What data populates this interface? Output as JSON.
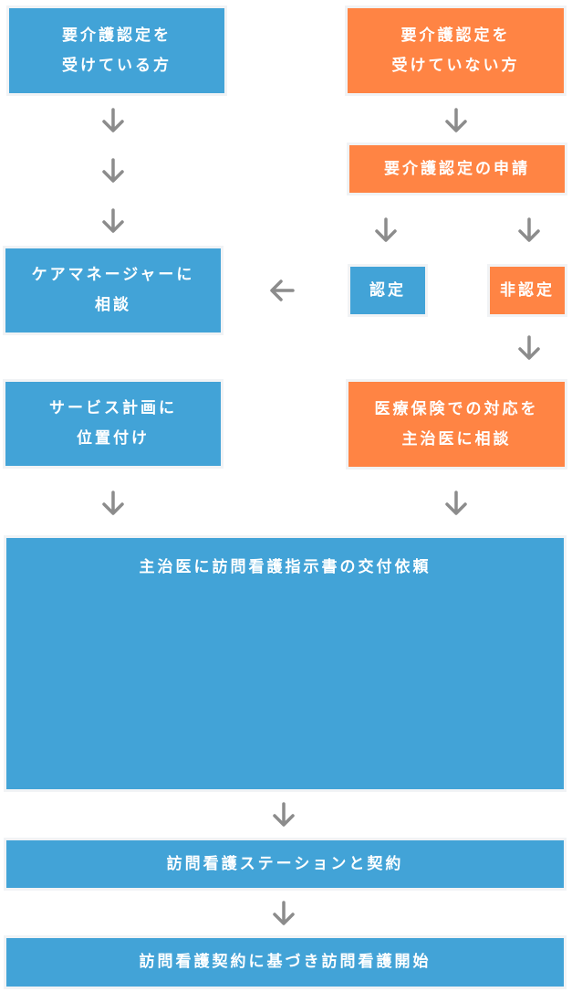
{
  "left_column": {
    "with_cert": [
      "要介護認定を",
      "受けている方"
    ],
    "care_manager": [
      "ケアマネージャーに",
      "相談"
    ],
    "service_plan": [
      "サービス計画に",
      "位置付け"
    ]
  },
  "right_column": {
    "without_cert": [
      "要介護認定を",
      "受けていない方"
    ],
    "application": "要介護認定の申請",
    "certified": "認定",
    "not_certified": "非認定",
    "medical_insurance": [
      "医療保険での対応を",
      "主治医に相談"
    ]
  },
  "shared": {
    "instruction": "主治医に訪問看護指示書の交付依頼",
    "contract": "訪問看護ステーションと契約",
    "start": "訪問看護契約に基づき訪問看護開始"
  },
  "colors": {
    "blue": "#42a3d7",
    "orange": "#ff8444",
    "arrow": "#8c8c8c"
  }
}
